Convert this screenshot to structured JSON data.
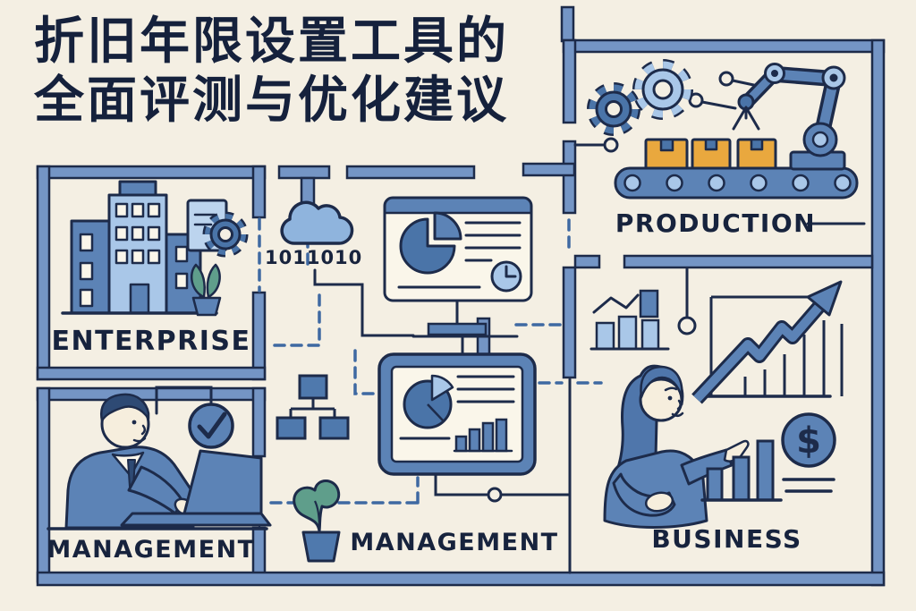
{
  "title": {
    "line1": "折旧年限设置工具的",
    "line2": "全面评测与优化建议"
  },
  "sections": {
    "enterprise": {
      "label": "ENTERPRISE"
    },
    "management_left": {
      "label": "MANAGEMENT"
    },
    "production": {
      "label": "PRODUCTION"
    },
    "management_center": {
      "label": "MANAGEMENT"
    },
    "business": {
      "label": "BUSINESS"
    }
  },
  "data_flow": {
    "binary_text": "1011010"
  },
  "icons": {
    "dollar_glyph": "$",
    "names": [
      "building-icon",
      "document-gear-icon",
      "potted-plant-icon",
      "cloud-icon",
      "dashboard-monitor-icon",
      "pie-chart-icon",
      "clock-icon",
      "org-chart-icon",
      "dashboard-tablet-icon",
      "bar-chart-icon",
      "leaf-plant-icon",
      "man-laptop-icon",
      "check-circle-icon",
      "gear-icon",
      "robot-arm-icon",
      "conveyor-belt-icon",
      "box-icon",
      "mini-bar-chart-icon",
      "growth-chart-icon",
      "trend-arrow-icon",
      "woman-pointing-icon",
      "dollar-coin-icon"
    ]
  },
  "colors": {
    "background": "#f4efe3",
    "wall_blue": "#7495c5",
    "steel_blue": "#5c83b6",
    "dark_blue": "#4a74a8",
    "light_blue": "#a9c7e8",
    "cloud_blue": "#8fb4dd",
    "navy": "#1d2b4a",
    "text_navy": "#17233d",
    "orange": "#e9a83e",
    "green": "#5f9e8b",
    "panel_cream": "#faf6ea",
    "skin_cream": "#f6eedd"
  }
}
